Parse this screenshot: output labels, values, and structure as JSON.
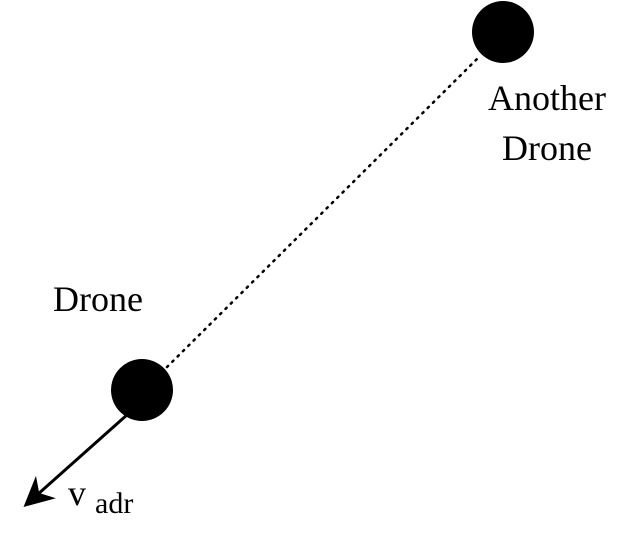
{
  "diagram": {
    "drone_label": "Drone",
    "another_drone_label_line1": "Another",
    "another_drone_label_line2": "Drone",
    "velocity_symbol": "v",
    "velocity_subscript": "adr",
    "colors": {
      "node": "#000000",
      "line": "#000000",
      "background": "#ffffff"
    }
  }
}
